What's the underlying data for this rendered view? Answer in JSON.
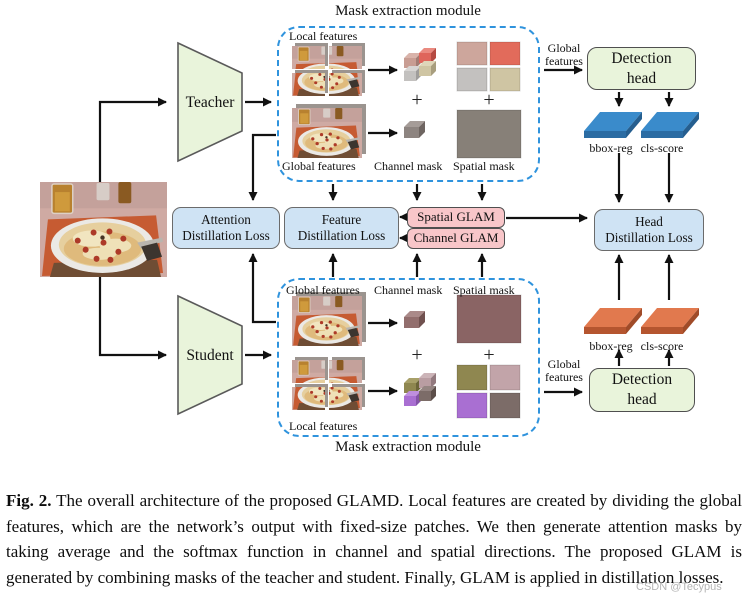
{
  "figure": {
    "top_module_title": "Mask extraction module",
    "bottom_module_title": "Mask extraction module",
    "local_features_label": "Local features",
    "global_features_label": "Global features",
    "channel_mask_label": "Channel mask",
    "spatial_mask_label": "Spatial mask",
    "global_features_input_label": "Global features",
    "plus_sign": "+",
    "teacher_label": "Teacher",
    "student_label": "Student",
    "detection_head": [
      "Detection",
      "head"
    ],
    "bbox_reg_label": "bbox-reg",
    "cls_score_label": "cls-score",
    "attention_loss": [
      "Attention",
      "Distillation Loss"
    ],
    "feature_loss": [
      "Feature",
      "Distillation Loss"
    ],
    "head_loss": [
      "Head",
      "Distillation Loss"
    ],
    "spatial_glam_label": "Spatial GLAM",
    "channel_glam_label": "Channel GLAM"
  },
  "colors": {
    "module_border": "#2f93dd",
    "green_fill": "#e9f4db",
    "blue_fill": "#cfe3f4",
    "pink_fill": "#f8c6c9",
    "teacher_channel_mask": [
      "#c89d93",
      "#df655b",
      "#c3c1bf",
      "#cfc5a3"
    ],
    "teacher_spatial_mask": [
      "#cda69c",
      "#e26b5b",
      "#c3c1bf",
      "#cfc5a3"
    ],
    "teacher_global_channel": "#8d8480",
    "teacher_global_spatial": "#878078",
    "student_channel_mask": [
      "#8f8750",
      "#b99da2",
      "#a96fd2",
      "#7c6c68"
    ],
    "student_spatial_mask": [
      "#8f8750",
      "#c2a4a9",
      "#a96fd2",
      "#7c6c68"
    ],
    "student_global_channel": "#926e6d",
    "student_global_spatial": "#8a6464",
    "slab_teacher": "#3a8bcb",
    "slab_student": "#e1794e"
  },
  "caption": {
    "tag": "Fig. 2.",
    "body": "The overall architecture of the proposed GLAMD. Local features are created by dividing the global features, which are the network’s output with fixed-size patches. We then generate attention masks by taking average and the softmax function in channel and spatial directions. The proposed GLAM is generated by combining masks of the teacher and student. Finally, GLAM is applied in distillation losses."
  },
  "watermark": "CSDN @Tecypus"
}
